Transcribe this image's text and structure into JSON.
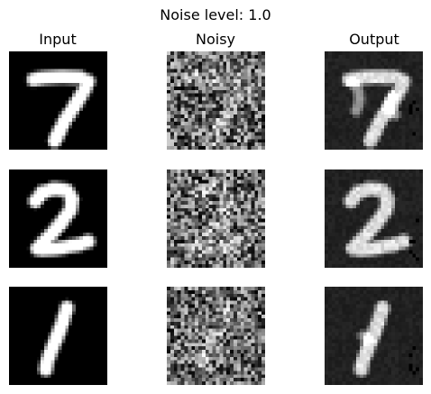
{
  "figure": {
    "suptitle": "Noise level: 1.0",
    "columns": [
      {
        "title": "Input"
      },
      {
        "title": "Noisy"
      },
      {
        "title": "Output"
      }
    ],
    "rows": [
      {
        "digit": "7"
      },
      {
        "digit": "2"
      },
      {
        "digit": "1"
      }
    ],
    "colormap": "gray"
  }
}
